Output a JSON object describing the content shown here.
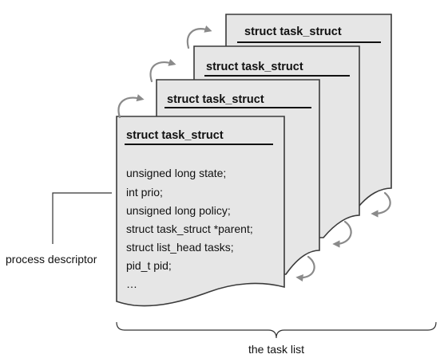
{
  "descriptors": [
    {
      "title": "struct task_struct"
    },
    {
      "title": "struct task_struct"
    },
    {
      "title": "struct task_struct"
    },
    {
      "title": "struct task_struct",
      "fields": [
        "unsigned long state;",
        "int prio;",
        "unsigned long policy;",
        "struct task_struct *parent;",
        "struct list_head tasks;",
        "pid_t pid;",
        "…"
      ]
    }
  ],
  "labels": {
    "process_descriptor": "process descriptor",
    "task_list": "the task list"
  },
  "colors": {
    "card_fill": "#e6e6e6",
    "card_stroke": "#3a3a3a",
    "arrow": "#8a8a8a"
  }
}
